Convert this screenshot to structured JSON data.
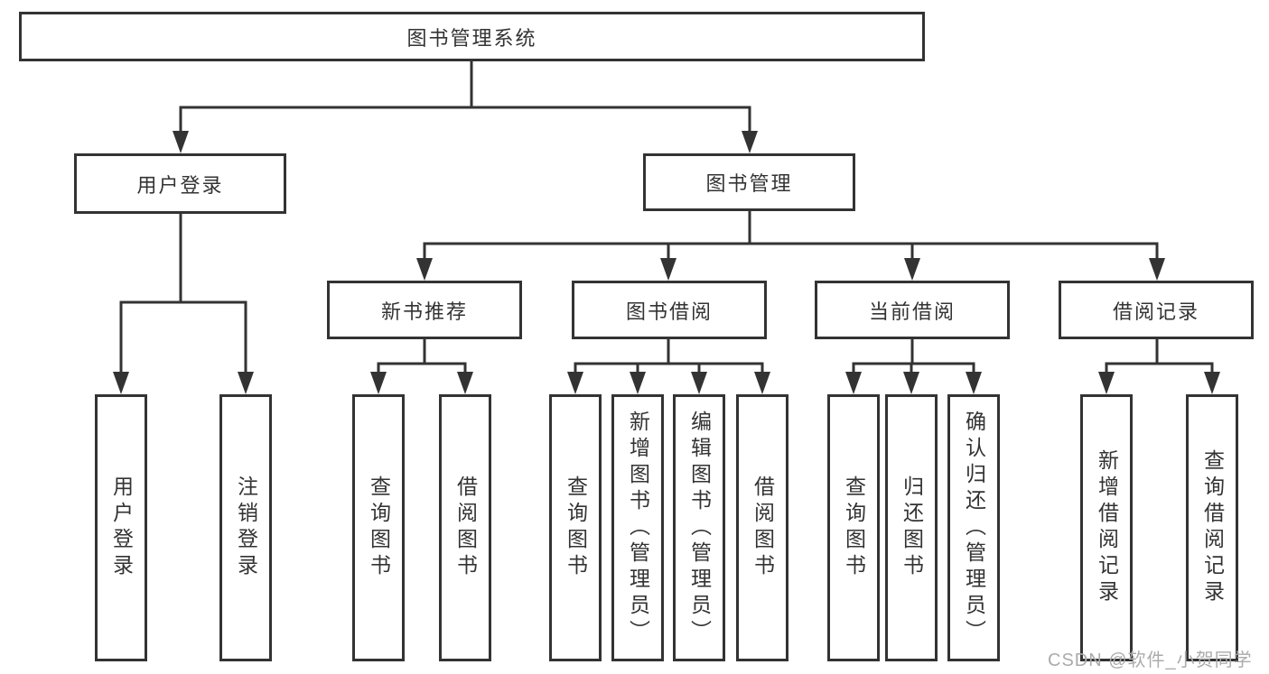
{
  "diagram_type": "hierarchy-tree",
  "tree": {
    "label": "图书管理系统",
    "children": [
      {
        "label": "用户登录",
        "children": [
          {
            "label": "用户登录"
          },
          {
            "label": "注销登录"
          }
        ]
      },
      {
        "label": "图书管理",
        "children": [
          {
            "label": "新书推荐",
            "children": [
              {
                "label": "查询图书"
              },
              {
                "label": "借阅图书"
              }
            ]
          },
          {
            "label": "图书借阅",
            "children": [
              {
                "label": "查询图书"
              },
              {
                "label": "新增图书（管理员）"
              },
              {
                "label": "编辑图书（管理员）"
              },
              {
                "label": "借阅图书"
              }
            ]
          },
          {
            "label": "当前借阅",
            "children": [
              {
                "label": "查询图书"
              },
              {
                "label": "归还图书"
              },
              {
                "label": "确认归还（管理员）"
              }
            ]
          },
          {
            "label": "借阅记录",
            "children": [
              {
                "label": "新增借阅记录"
              },
              {
                "label": "查询借阅记录"
              }
            ]
          }
        ]
      }
    ]
  },
  "watermark": "CSDN @软件_小贺同学",
  "colors": {
    "line": "#333333",
    "box_border": "#333333",
    "text": "#333333",
    "box_background": "#ffffff",
    "page_background": "#ffffff",
    "watermark": "#ababab"
  }
}
